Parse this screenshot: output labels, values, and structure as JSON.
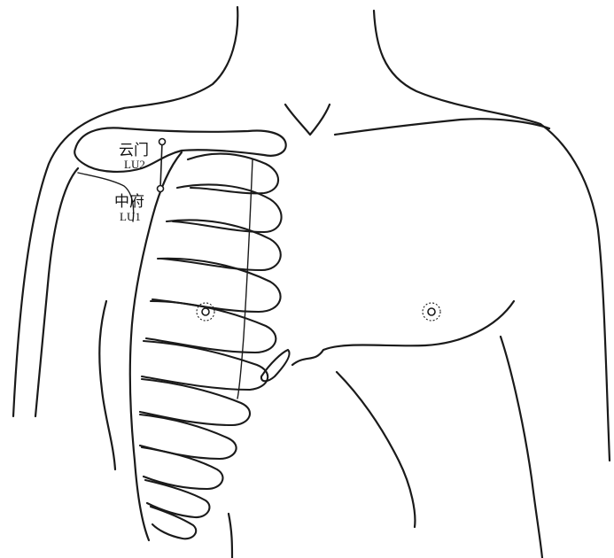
{
  "points": [
    {
      "id": "yunmen",
      "name": "云门",
      "code": "LU2"
    },
    {
      "id": "zhongfu",
      "name": "中府",
      "code": "LU1"
    }
  ],
  "colors": {
    "ink": "#1a1a1a",
    "paper": "#ffffff"
  }
}
